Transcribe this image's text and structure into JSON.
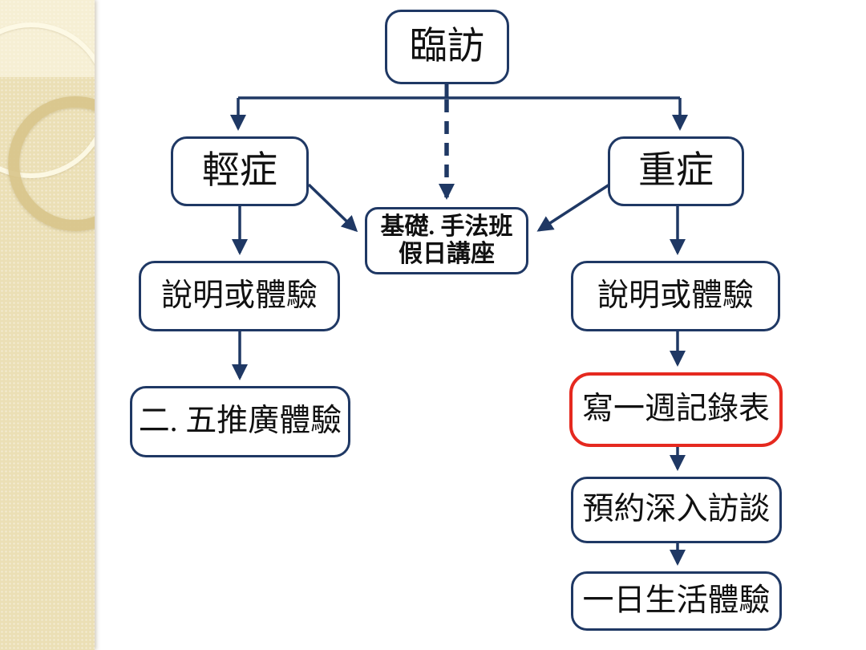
{
  "slide": {
    "type": "flowchart-presentation-slide",
    "background_color": "#FFFFFF",
    "sidebar_color": "#EBDFB5",
    "accent_navy": "#1F3864",
    "accent_red": "#E5291F",
    "text_color": "#111111"
  },
  "flowchart": {
    "nodes": {
      "root": {
        "label": "臨訪"
      },
      "mild": {
        "label": "輕症"
      },
      "severe": {
        "label": "重症"
      },
      "class": {
        "label_line1": "基礎. 手法班",
        "label_line2": "假日講座"
      },
      "mild_intro": {
        "label": "說明或體驗"
      },
      "mild_promo": {
        "label": "二. 五推廣體驗"
      },
      "severe_intro": {
        "label": "說明或體驗"
      },
      "weekly_record": {
        "label": "寫一週記錄表",
        "highlight": "red-border"
      },
      "interview": {
        "label": "預約深入訪談"
      },
      "one_day": {
        "label": "一日生活體驗"
      }
    },
    "edges": [
      {
        "from": "臨訪",
        "to": "輕症",
        "style": "solid-elbow-arrow"
      },
      {
        "from": "臨訪",
        "to": "重症",
        "style": "solid-elbow-arrow"
      },
      {
        "from": "臨訪",
        "to": "基礎.手法班 假日講座",
        "style": "dashed-arrow"
      },
      {
        "from": "輕症",
        "to": "基礎.手法班 假日講座",
        "style": "solid-diagonal-arrow"
      },
      {
        "from": "重症",
        "to": "基礎.手法班 假日講座",
        "style": "solid-diagonal-arrow"
      },
      {
        "from": "輕症",
        "to": "說明或體驗(左)",
        "style": "solid-arrow"
      },
      {
        "from": "說明或體驗(左)",
        "to": "二.五推廣體驗",
        "style": "solid-arrow"
      },
      {
        "from": "重症",
        "to": "說明或體驗(右)",
        "style": "solid-arrow"
      },
      {
        "from": "說明或體驗(右)",
        "to": "寫一週記錄表",
        "style": "solid-arrow"
      },
      {
        "from": "寫一週記錄表",
        "to": "預約深入訪談",
        "style": "solid-arrow"
      },
      {
        "from": "預約深入訪談",
        "to": "一日生活體驗",
        "style": "solid-arrow"
      }
    ]
  }
}
